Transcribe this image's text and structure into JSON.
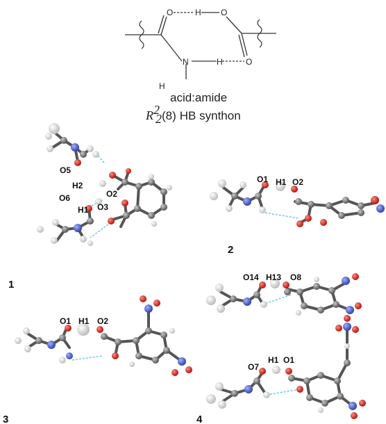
{
  "scheme": {
    "atoms": {
      "o_top_left": "O",
      "h_top": "H",
      "o_top_right": "O",
      "n": "N",
      "h_mid": "H",
      "o_bottom_right": "O",
      "h_bottom": "H"
    },
    "caption_line1": "acid:amide",
    "caption_math_R": "R",
    "caption_math_sup": "2",
    "caption_math_sub": "2",
    "caption_math_ring": "(8)",
    "caption_line2_rest": "HB synthon"
  },
  "panels": [
    {
      "number": "1",
      "labels": [
        "O5",
        "H2",
        "O2",
        "O6",
        "H1",
        "O3"
      ]
    },
    {
      "number": "2",
      "labels": [
        "O1",
        "H1",
        "O2"
      ]
    },
    {
      "number": "3",
      "labels": [
        "O1",
        "H1",
        "O2"
      ]
    },
    {
      "number": "4",
      "labels": [
        "O14",
        "H13",
        "O8",
        "O7",
        "H1",
        "O1"
      ]
    }
  ],
  "colors": {
    "carbon": "#808080",
    "oxygen": "#d9261c",
    "nitrogen": "#5a6fd1",
    "hydrogen": "#f2f2f2",
    "hbond": "#5bc8e6"
  }
}
